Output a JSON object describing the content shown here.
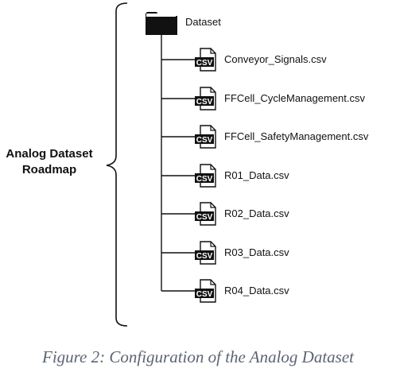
{
  "diagram": {
    "roadmap_label": [
      "Analog Dataset",
      "Roadmap"
    ],
    "root": {
      "name": "Dataset",
      "icon": "folder-icon"
    },
    "file_icon": {
      "name": "csv-file-icon",
      "badge": "CSV"
    },
    "files": [
      "Conveyor_Signals.csv",
      "FFCell_CycleManagement.csv",
      "FFCell_SafetyManagement.csv",
      "R01_Data.csv",
      "R02_Data.csv",
      "R03_Data.csv",
      "R04_Data.csv"
    ]
  },
  "caption": "Figure 2: Configuration of the Analog Dataset",
  "colors": {
    "ink": "#111111",
    "caption": "#5b6573",
    "background": "#ffffff"
  }
}
